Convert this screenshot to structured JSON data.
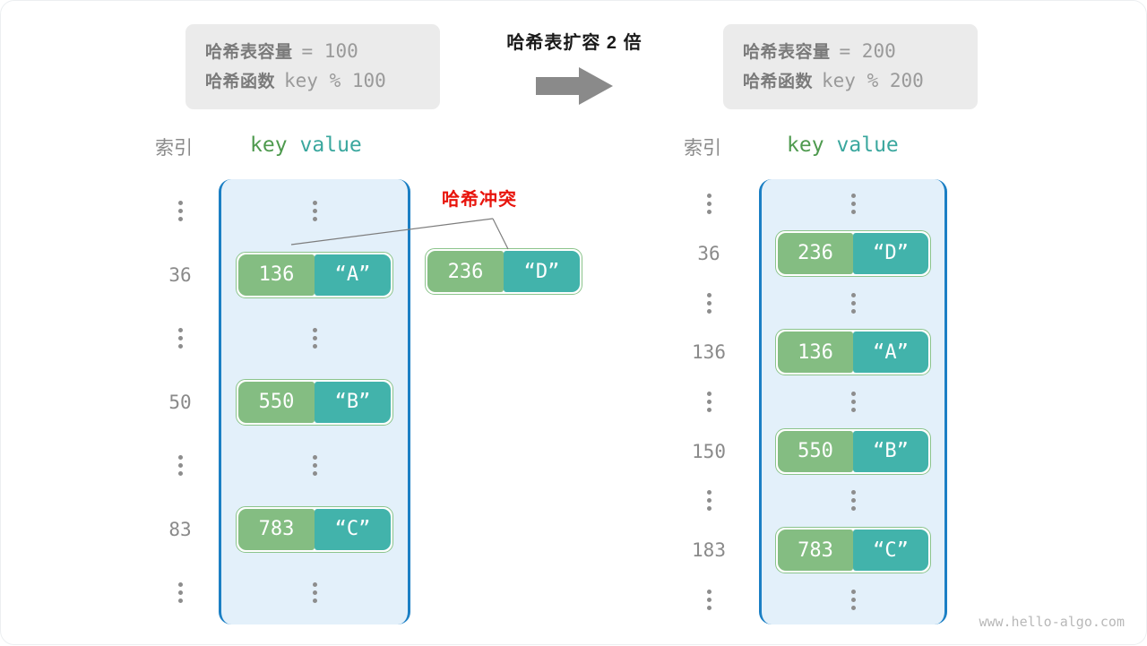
{
  "diagram": {
    "center_title": "哈希表扩容 2 倍",
    "arrow_icon": "right-arrow-icon",
    "watermark": "www.hello-algo.com",
    "collision_label": "哈希冲突"
  },
  "left_info": {
    "capacity_label": "哈希表容量",
    "capacity_value": "= 100",
    "function_label": "哈希函数",
    "function_value": "key % 100"
  },
  "right_info": {
    "capacity_label": "哈希表容量",
    "capacity_value": "= 200",
    "function_label": "哈希函数",
    "function_value": "key % 200"
  },
  "headers": {
    "index": "索引",
    "key": "key",
    "value": "value"
  },
  "left_table": {
    "rows": [
      {
        "index": "⋮",
        "type": "ellipsis"
      },
      {
        "index": "36",
        "type": "entry",
        "key": "136",
        "value": "“A”"
      },
      {
        "index": "⋮",
        "type": "ellipsis"
      },
      {
        "index": "50",
        "type": "entry",
        "key": "550",
        "value": "“B”"
      },
      {
        "index": "⋮",
        "type": "ellipsis"
      },
      {
        "index": "83",
        "type": "entry",
        "key": "783",
        "value": "“C”"
      },
      {
        "index": "⋮",
        "type": "ellipsis"
      }
    ]
  },
  "right_table": {
    "rows": [
      {
        "index": "⋮",
        "type": "ellipsis"
      },
      {
        "index": "36",
        "type": "entry",
        "key": "236",
        "value": "“D”"
      },
      {
        "index": "⋮",
        "type": "ellipsis"
      },
      {
        "index": "136",
        "type": "entry",
        "key": "136",
        "value": "“A”"
      },
      {
        "index": "⋮",
        "type": "ellipsis"
      },
      {
        "index": "150",
        "type": "entry",
        "key": "550",
        "value": "“B”"
      },
      {
        "index": "⋮",
        "type": "ellipsis"
      },
      {
        "index": "183",
        "type": "entry",
        "key": "783",
        "value": "“C”"
      },
      {
        "index": "⋮",
        "type": "ellipsis"
      }
    ]
  },
  "colliding_entry": {
    "key": "236",
    "value": "“D”"
  },
  "colors": {
    "key_cell": "#84bd82",
    "value_cell": "#42b3ab",
    "bucket_fill": "#e3f0fa",
    "bucket_border": "#1b7fc4",
    "pair_border": "#8bc48b",
    "collision_text": "#e8140c",
    "info_box": "#ebebeb",
    "arrow": "#8a8a8a"
  }
}
